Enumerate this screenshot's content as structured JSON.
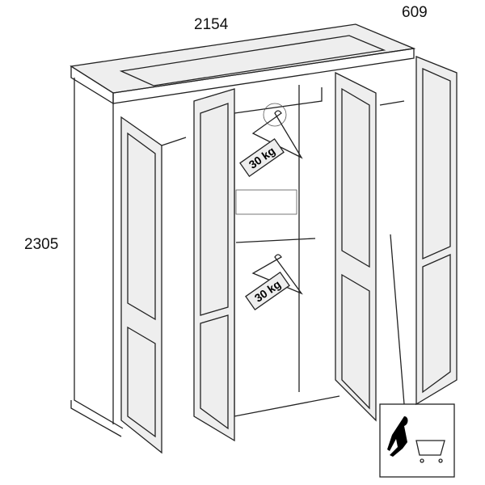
{
  "dimensions": {
    "width": "2154",
    "depth": "609",
    "height": "2305"
  },
  "load_tags": [
    "30 kg",
    "30 kg"
  ]
}
